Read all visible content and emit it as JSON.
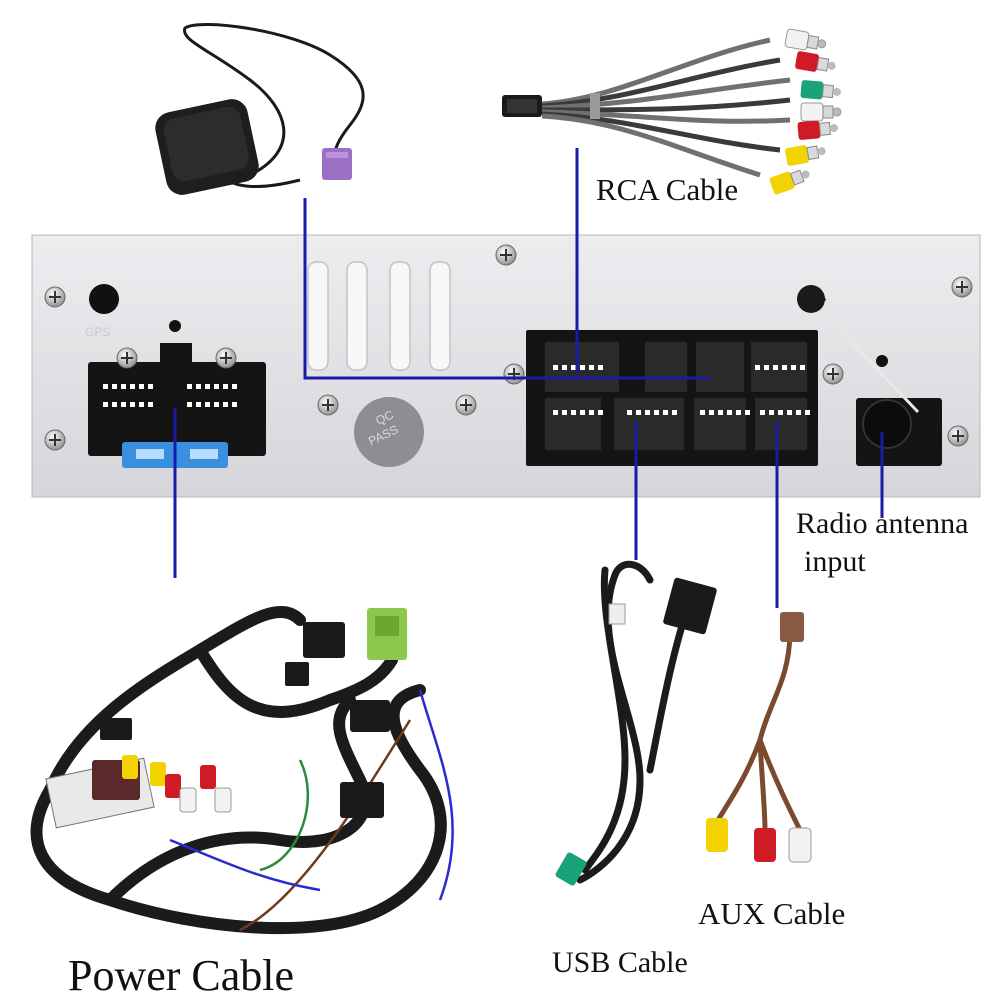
{
  "labels": {
    "rca_cable": "RCA Cable",
    "radio_antenna_line1": "Radio antenna",
    "radio_antenna_line2": "input",
    "power_cable": "Power Cable",
    "usb_cable": "USB Cable",
    "aux_cable": "AUX Cable"
  },
  "panel_text": {
    "gps": "GPS",
    "qc_stamp_line1": "QC",
    "qc_stamp_line2": "PASS"
  },
  "colors": {
    "pointer_line": "#1a1aa8",
    "panel": "#e3e3e6",
    "connector": "#141414",
    "rca_red": "#cf1c24",
    "rca_yellow": "#f2d200",
    "rca_white": "#f2f2f2",
    "rca_green": "#1aa37a",
    "gps_plug": "#9b6fc4",
    "fuse": "#3a8fe0",
    "power_green_plug": "#8cc84b",
    "aux_plug": "#8a5a44"
  }
}
